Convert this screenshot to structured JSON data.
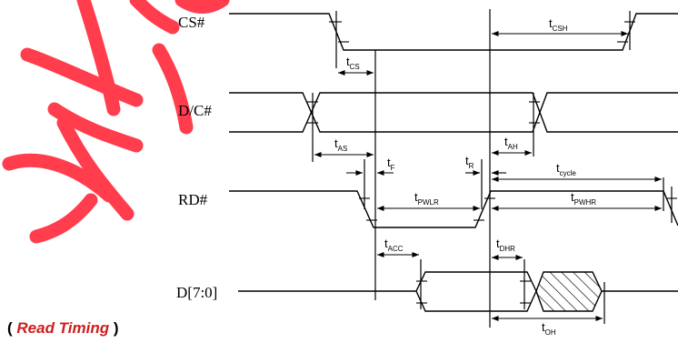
{
  "signals": {
    "cs": "CS#",
    "dc": "D/C#",
    "rd": "RD#",
    "data": "D[7:0]"
  },
  "timing": {
    "tcs": {
      "main": "t",
      "sub": "CS"
    },
    "tcsh": {
      "main": "t",
      "sub": "CSH"
    },
    "tas": {
      "main": "t",
      "sub": "AS"
    },
    "tah": {
      "main": "t",
      "sub": "AH"
    },
    "tf": {
      "main": "t",
      "sub": "F"
    },
    "tr": {
      "main": "t",
      "sub": "R"
    },
    "tcycle": {
      "main": "t",
      "sub": "cycle"
    },
    "tpwlr": {
      "main": "t",
      "sub": "PWLR"
    },
    "tpwhr": {
      "main": "t",
      "sub": "PWHR"
    },
    "tacc": {
      "main": "t",
      "sub": "ACC"
    },
    "tdhr": {
      "main": "t",
      "sub": "DHR"
    },
    "toh": {
      "main": "t",
      "sub": "OH"
    }
  },
  "caption": {
    "open": "( ",
    "title": "Read Timing",
    "close": " )"
  },
  "watermark": {
    "text": "学",
    "color": "#ff3344"
  }
}
